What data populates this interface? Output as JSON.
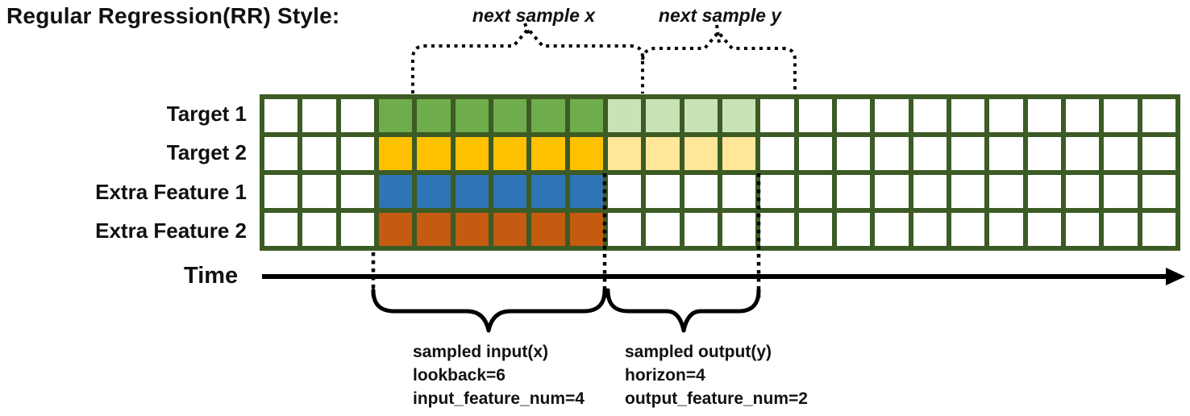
{
  "title": "Regular Regression(RR) Style:",
  "next_sample": {
    "x_label": "next sample x",
    "y_label": "next sample y"
  },
  "time_axis": {
    "label": "Time"
  },
  "annotations": {
    "input": {
      "lines": [
        "sampled input(x)",
        "lookback=6",
        "input_feature_num=4"
      ]
    },
    "output": {
      "lines": [
        "sampled output(y)",
        "horizon=4",
        "output_feature_num=2"
      ]
    }
  },
  "colors": {
    "border": "#3C5B25",
    "w": "#FFFFFF",
    "g": "#6FAC4B",
    "gl": "#C9E2B6",
    "y": "#FFC000",
    "yl": "#FFE699",
    "b": "#2E75B6",
    "o": "#C55A11",
    "line": "#000000"
  },
  "grid": {
    "columns": 24,
    "lookback": 6,
    "horizon": 4,
    "input_feature_num": 4,
    "output_feature_num": 2,
    "rows": [
      {
        "label": "Target 1",
        "cells": [
          "w",
          "w",
          "w",
          "g",
          "g",
          "g",
          "g",
          "g",
          "g",
          "gl",
          "gl",
          "gl",
          "gl",
          "w",
          "w",
          "w",
          "w",
          "w",
          "w",
          "w",
          "w",
          "w",
          "w",
          "w"
        ]
      },
      {
        "label": "Target 2",
        "cells": [
          "w",
          "w",
          "w",
          "y",
          "y",
          "y",
          "y",
          "y",
          "y",
          "yl",
          "yl",
          "yl",
          "yl",
          "w",
          "w",
          "w",
          "w",
          "w",
          "w",
          "w",
          "w",
          "w",
          "w",
          "w"
        ]
      },
      {
        "label": "Extra Feature 1",
        "cells": [
          "w",
          "w",
          "w",
          "b",
          "b",
          "b",
          "b",
          "b",
          "b",
          "w",
          "w",
          "w",
          "w",
          "w",
          "w",
          "w",
          "w",
          "w",
          "w",
          "w",
          "w",
          "w",
          "w",
          "w"
        ]
      },
      {
        "label": "Extra Feature 2",
        "cells": [
          "w",
          "w",
          "w",
          "o",
          "o",
          "o",
          "o",
          "o",
          "o",
          "w",
          "w",
          "w",
          "w",
          "w",
          "w",
          "w",
          "w",
          "w",
          "w",
          "w",
          "w",
          "w",
          "w",
          "w"
        ]
      }
    ]
  }
}
